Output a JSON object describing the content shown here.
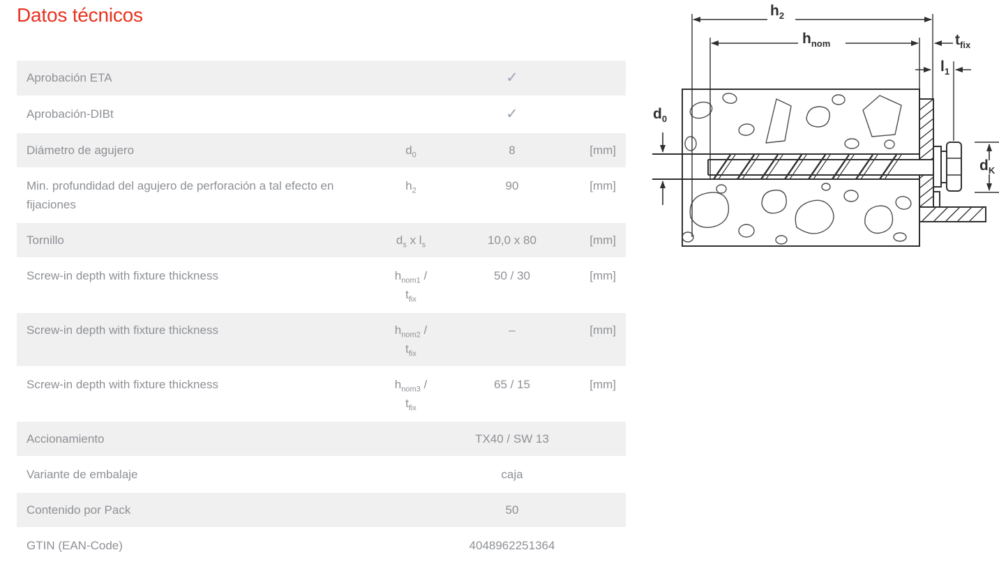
{
  "page": {
    "title": "Datos técnicos"
  },
  "colors": {
    "accent": "#e8311f",
    "row_shaded": "#f0f0f0",
    "text": "#8e9095",
    "check": "#99a2b4",
    "diagram_line": "#2f2f2f"
  },
  "table": {
    "check_glyph": "✓",
    "rows": [
      {
        "label": "Aprobación ETA",
        "check": true,
        "shaded": true
      },
      {
        "label": "Aprobación-DIBt",
        "check": true,
        "shaded": false
      },
      {
        "label": "Diámetro de agujero",
        "symbol": [
          [
            {
              "t": "d"
            },
            {
              "t": "0",
              "sub": true
            }
          ]
        ],
        "value": "8",
        "unit": "[mm]",
        "shaded": true
      },
      {
        "label": "Min. profundidad del agujero de perforación a tal efecto en fijaciones",
        "symbol": [
          [
            {
              "t": "h"
            },
            {
              "t": "2",
              "sub": true
            }
          ]
        ],
        "value": "90",
        "unit": "[mm]",
        "shaded": false
      },
      {
        "label": "Tornillo",
        "symbol": [
          [
            {
              "t": "d"
            },
            {
              "t": "s",
              "sub": true
            },
            {
              "t": " x l"
            },
            {
              "t": "s",
              "sub": true
            }
          ]
        ],
        "value": "10,0 x 80",
        "unit": "[mm]",
        "shaded": true
      },
      {
        "label": "Screw-in depth with fixture thickness",
        "symbol": [
          [
            {
              "t": "h"
            },
            {
              "t": "nom1",
              "sub": true
            },
            {
              "t": " /"
            }
          ],
          [
            {
              "t": "t"
            },
            {
              "t": "fix",
              "sub": true
            }
          ]
        ],
        "value": "50 / 30",
        "unit": "[mm]",
        "shaded": false
      },
      {
        "label": "Screw-in depth with fixture thickness",
        "symbol": [
          [
            {
              "t": "h"
            },
            {
              "t": "nom2",
              "sub": true
            },
            {
              "t": " /"
            }
          ],
          [
            {
              "t": "t"
            },
            {
              "t": "fix",
              "sub": true
            }
          ]
        ],
        "value": "–",
        "unit": "[mm]",
        "shaded": true
      },
      {
        "label": "Screw-in depth with fixture thickness",
        "symbol": [
          [
            {
              "t": "h"
            },
            {
              "t": "nom3",
              "sub": true
            },
            {
              "t": " /"
            }
          ],
          [
            {
              "t": "t"
            },
            {
              "t": "fix",
              "sub": true
            }
          ]
        ],
        "value": "65 / 15",
        "unit": "[mm]",
        "shaded": false
      },
      {
        "label": "Accionamiento",
        "value": "TX40 / SW 13",
        "shaded": true
      },
      {
        "label": "Variante de embalaje",
        "value": "caja",
        "shaded": false
      },
      {
        "label": "Contenido por Pack",
        "value": "50",
        "shaded": true
      },
      {
        "label": "GTIN (EAN-Code)",
        "value": "4048962251364",
        "shaded": false
      }
    ]
  },
  "diagram": {
    "labels": {
      "h2": [
        {
          "t": "h"
        },
        {
          "t": "2",
          "sub": true
        }
      ],
      "hnom": [
        {
          "t": "h"
        },
        {
          "t": "nom",
          "sub": true
        }
      ],
      "tfix": [
        {
          "t": "t"
        },
        {
          "t": "fix",
          "sub": true
        }
      ],
      "l1": [
        {
          "t": "l"
        },
        {
          "t": "1",
          "sub": true
        }
      ],
      "d0": [
        {
          "t": "d"
        },
        {
          "t": "0",
          "sub": true
        }
      ],
      "dk": [
        {
          "t": "d"
        },
        {
          "t": "K",
          "sub": true
        }
      ]
    }
  }
}
